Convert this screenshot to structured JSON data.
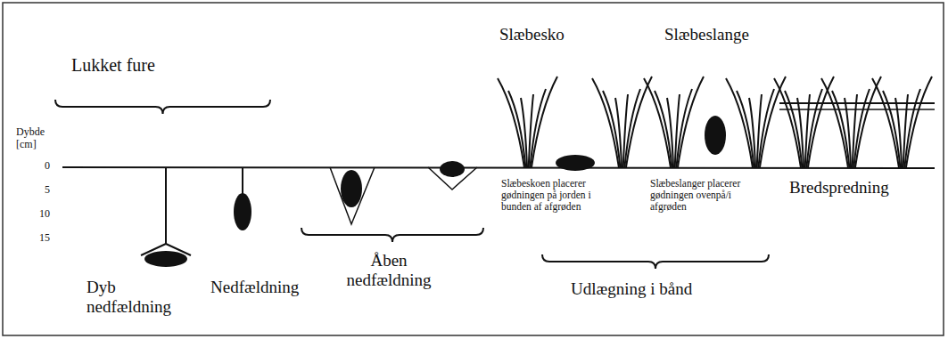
{
  "diagram": {
    "labels": [
      "Lukket fure",
      "Dybde [cm]",
      "0",
      "5",
      "10",
      "15",
      "Dyb nedfældning",
      "Nedfældning",
      "Åben nedfældning",
      "Slæbesko",
      "Slæbeslange",
      "Slæbeskoen placerer gødningen på jorden i bunden af afgrøden",
      "Slæbeslanger placerer gødningen ovenpå/i afgrøden",
      "Bredspredning",
      "Udlægning i bånd"
    ]
  }
}
